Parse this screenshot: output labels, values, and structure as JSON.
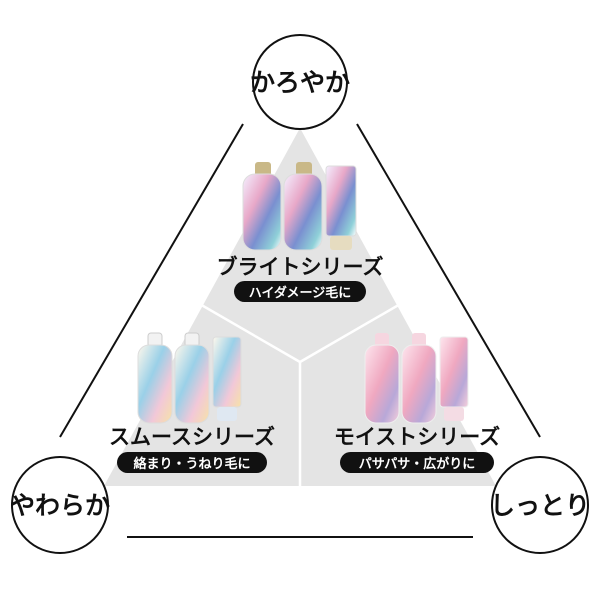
{
  "axes": {
    "top": "かろやか",
    "left": "やわらか",
    "right": "しっとり"
  },
  "series": [
    {
      "name": "ブライトシリーズ",
      "tagline": "ハイダメージ毛に",
      "color": "#c9b887"
    },
    {
      "name": "スムースシリーズ",
      "tagline": "絡まり・うねり毛に",
      "color": "#e8dfb0"
    },
    {
      "name": "モイストシリーズ",
      "tagline": "パサパサ・広がりに",
      "color": "#f0b8c8"
    }
  ],
  "colors": {
    "triangle": "#e4e4e4",
    "line": "#111111"
  }
}
